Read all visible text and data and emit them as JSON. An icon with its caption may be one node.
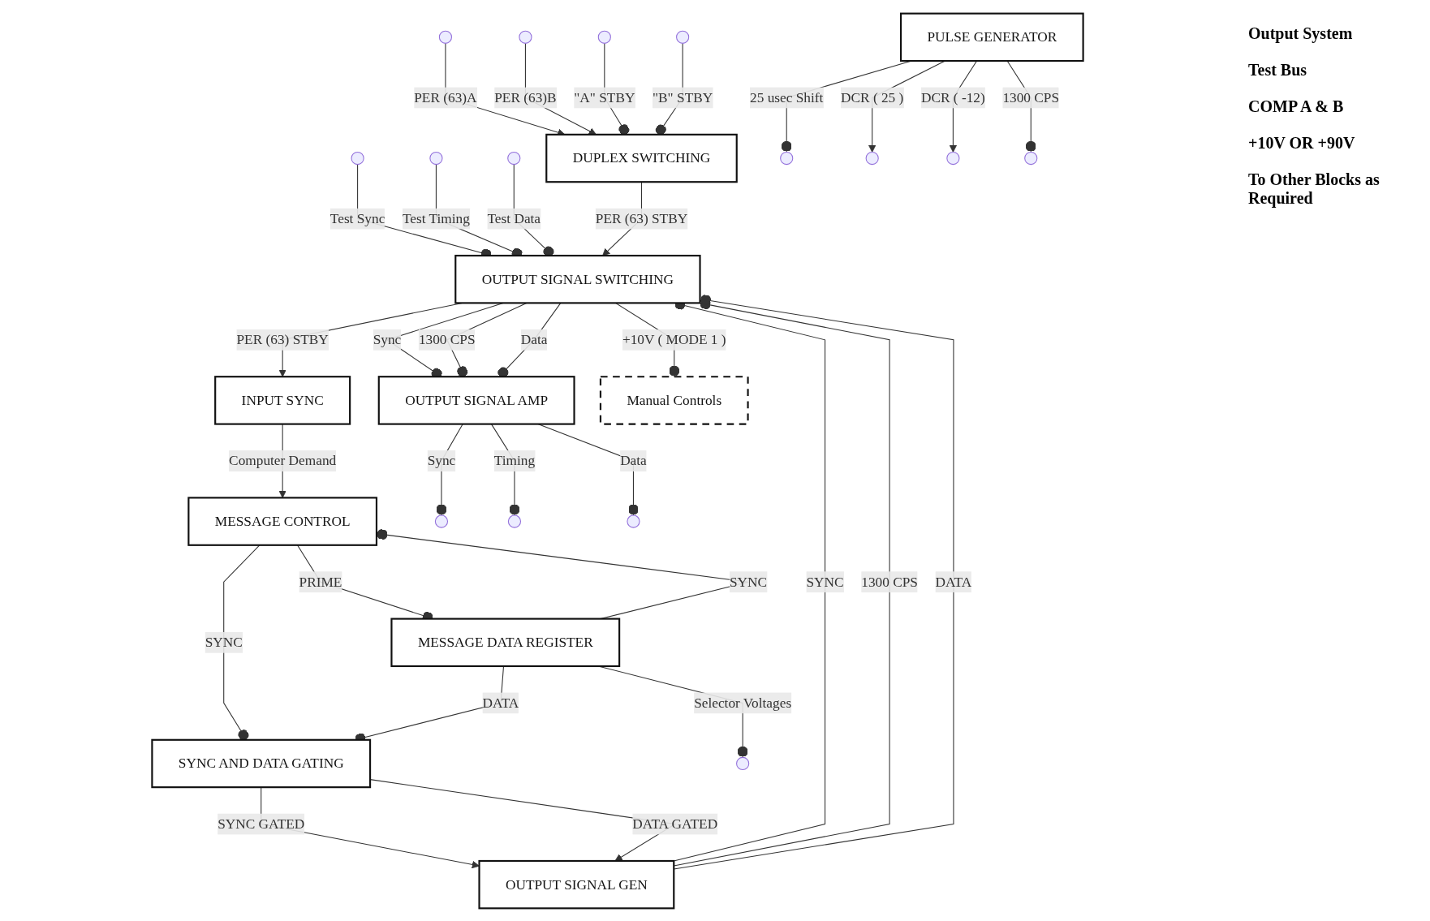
{
  "diagram": {
    "nodes": [
      {
        "text": [
          "OUTPUT SIGNAL SWITCHING"
        ]
      },
      {
        "text": [
          "OUTPUT SIGNAL AMP"
        ]
      },
      {
        "text": [
          "DUPLEX SWITCHING"
        ]
      },
      {
        "text": [
          "OUTPUT SIGNAL GEN"
        ]
      },
      {
        "text": [
          "INPUT SYNC"
        ]
      },
      {
        "text": [
          "MESSAGE CONTROL"
        ]
      },
      {
        "text": [
          "Manual Controls"
        ]
      },
      {
        "text": [
          "SYNC AND DATA GATING"
        ]
      },
      {
        "text": [
          "MESSAGE DATA REGISTER"
        ]
      },
      {
        "text": [
          "PULSE GENERATOR"
        ]
      }
    ],
    "edges": [
      {
        "from": null,
        "to": 0,
        "arrow": "other",
        "label": "Test Sync"
      },
      {
        "from": null,
        "to": 0,
        "arrow": "other",
        "label": "Test Timing"
      },
      {
        "from": null,
        "to": 0,
        "arrow": "other",
        "label": "Test Data"
      },
      {
        "from": 0,
        "to": 1,
        "arrow": "other",
        "label": "Sync"
      },
      {
        "from": 0,
        "to": 1,
        "arrow": "other",
        "label": "1300 CPS"
      },
      {
        "from": 0,
        "to": 1,
        "arrow": "other",
        "label": "Data"
      },
      {
        "from": 1,
        "to": null,
        "arrow": "other",
        "label": "Sync"
      },
      {
        "from": 1,
        "to": null,
        "arrow": "other",
        "label": "Timing"
      },
      {
        "from": 1,
        "to": null,
        "arrow": "other",
        "label": "Data"
      },
      {
        "from": 2,
        "to": 0,
        "arrow": "to",
        "label": "PER (63) STBY"
      },
      {
        "from": 3,
        "to": 0,
        "arrow": "other",
        "label": "SYNC"
      },
      {
        "from": 3,
        "to": 0,
        "arrow": "other",
        "label": "1300 CPS"
      },
      {
        "from": 3,
        "to": 0,
        "arrow": "other",
        "label": "DATA"
      },
      {
        "from": 0,
        "to": 4,
        "arrow": "to",
        "label": "PER (63) STBY"
      },
      {
        "from": 0,
        "to": 6,
        "arrow": "other",
        "label": "+10V ( MODE 1 )"
      },
      {
        "from": null,
        "to": 2,
        "arrow": "to",
        "label": "PER (63)A"
      },
      {
        "from": null,
        "to": 2,
        "arrow": "to",
        "label": "PER (63)B"
      },
      {
        "from": null,
        "to": 2,
        "arrow": "other",
        "label": "\"A\" STBY"
      },
      {
        "from": null,
        "to": 2,
        "arrow": "other",
        "label": "\"B\" STBY"
      },
      {
        "from": 4,
        "to": 5,
        "arrow": "to",
        "label": "Computer Demand"
      },
      {
        "from": 7,
        "to": 3,
        "arrow": "to",
        "label": "SYNC GATED"
      },
      {
        "from": 7,
        "to": 3,
        "arrow": "to",
        "label": "DATA GATED"
      },
      {
        "from": 5,
        "to": 8,
        "arrow": "other",
        "label": "PRIME"
      },
      {
        "from": 8,
        "to": 5,
        "arrow": "other",
        "label": "SYNC"
      },
      {
        "from": 5,
        "to": 7,
        "arrow": "other",
        "label": "SYNC"
      },
      {
        "from": 8,
        "to": 7,
        "arrow": "other",
        "label": "DATA"
      },
      {
        "from": 8,
        "to": null,
        "arrow": "other",
        "label": "Selector Voltages"
      },
      {
        "from": 9,
        "to": null,
        "arrow": "other",
        "label": "25 usec Shift"
      },
      {
        "from": 9,
        "to": null,
        "arrow": "to",
        "label": "DCR ( 25 )"
      },
      {
        "from": 9,
        "to": null,
        "arrow": "to",
        "label": "DCR ( -12)"
      },
      {
        "from": 9,
        "to": null,
        "arrow": "other",
        "label": "1300 CPS"
      }
    ],
    "labels": [
      "Output System",
      "Test Bus",
      "COMP A & B",
      "+10V OR +90V",
      "To Other Blocks as Required"
    ]
  }
}
